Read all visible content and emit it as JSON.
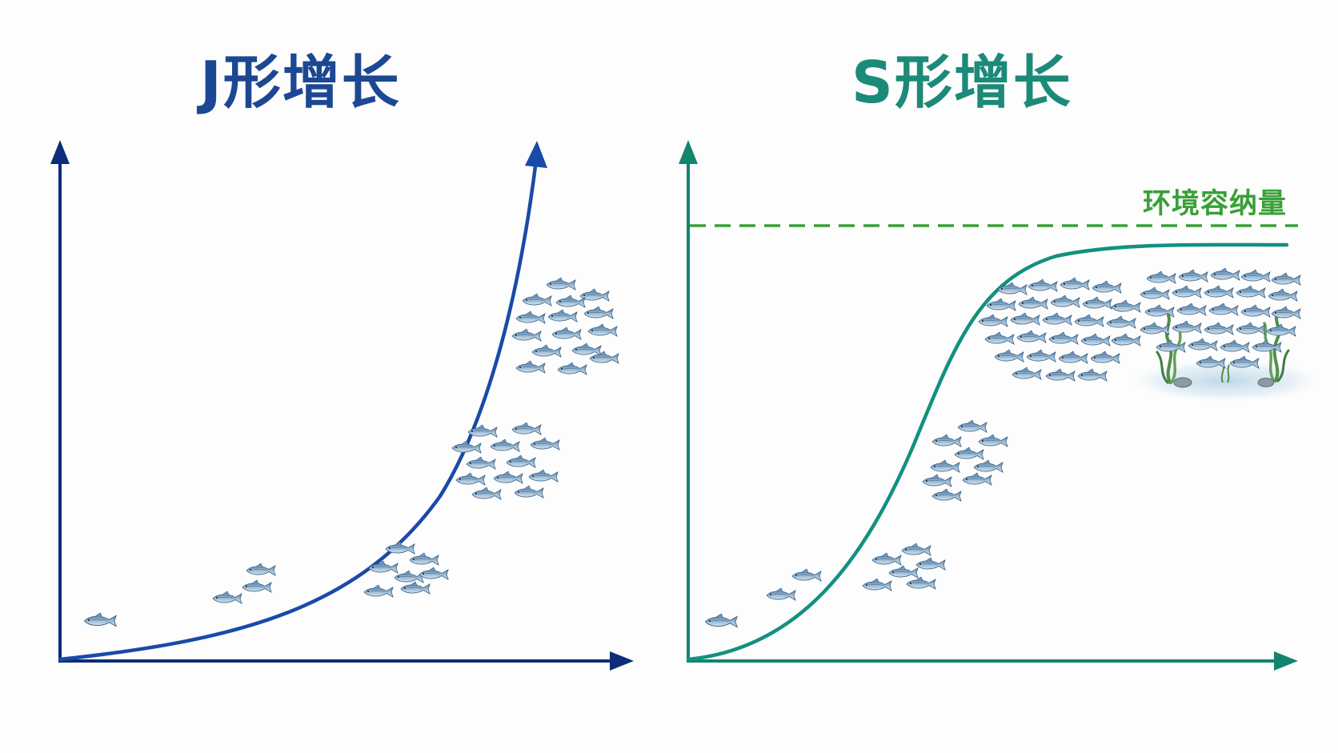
{
  "panels": {
    "j": {
      "title": "J形增长",
      "color": "#1c4893",
      "axis_color": "#0e2d78",
      "curve_color": "#1a4aa8"
    },
    "s": {
      "title": "S形增长",
      "color": "#1c8a78",
      "axis_color": "#138470",
      "curve_color": "#139080",
      "capacity_label": "环境容纳量",
      "capacity_color": "#38a036"
    }
  },
  "icons": [
    "fish-icon",
    "seaweed-icon",
    "pebble-icon"
  ],
  "fish_color": "#8eb2cf"
}
